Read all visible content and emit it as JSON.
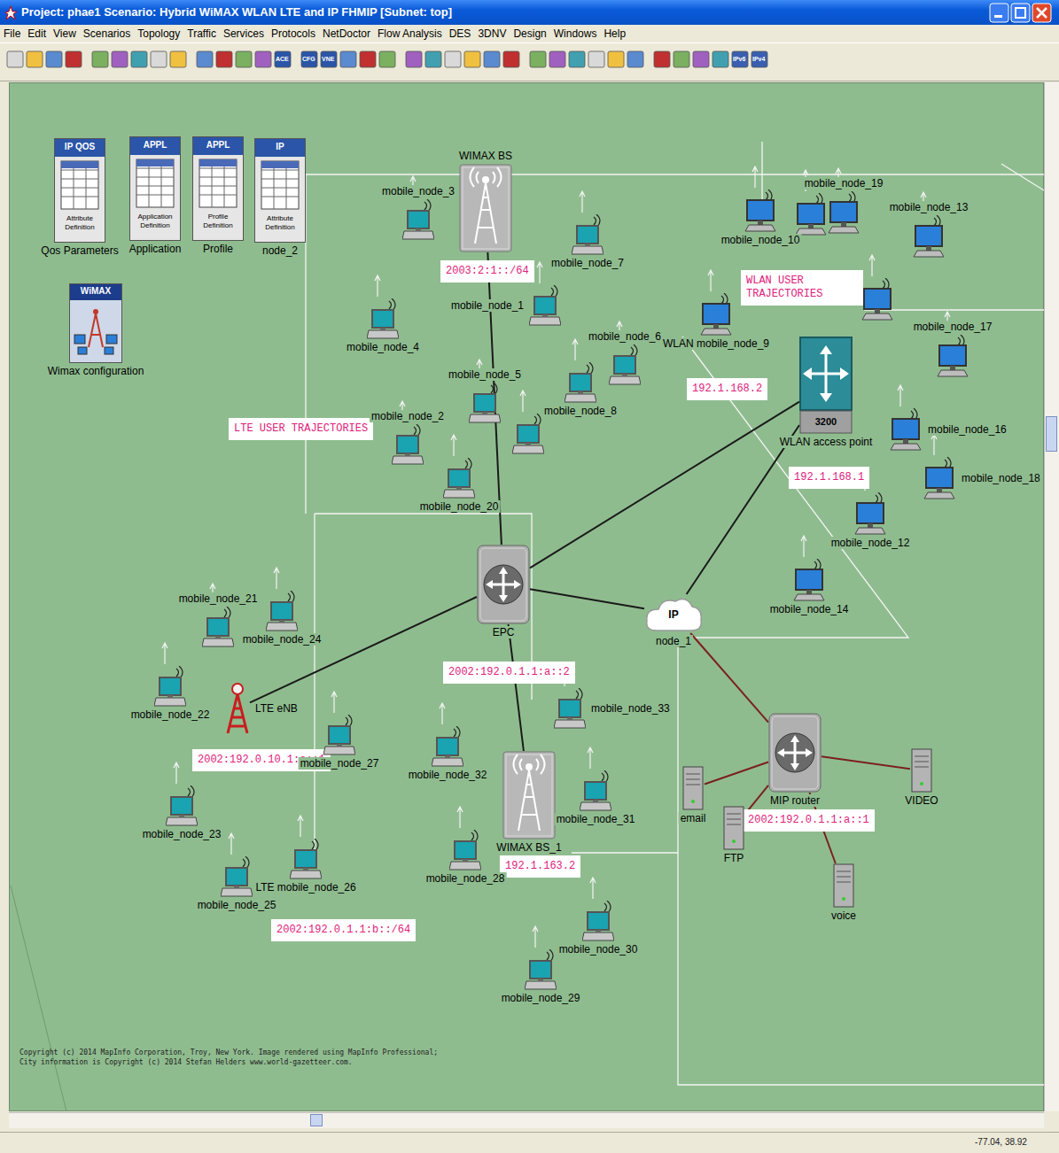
{
  "diagram": {
    "title": "Project: phae1 Scenario: Hybrid WiMAX WLAN LTE and IP FHMIP [Subnet: top]",
    "nodes": [
      {
        "text": [
          "IP QOS",
          "Attribute Definition",
          "Qos Parameters"
        ]
      },
      {
        "text": [
          "APPL",
          "Application Definition",
          "Application"
        ]
      },
      {
        "text": [
          "APPL",
          "Profile Definition",
          "Profile"
        ]
      },
      {
        "text": [
          "IP",
          "Attribute Definition",
          "node_2"
        ]
      },
      {
        "text": [
          "WiMAX",
          "Wimax configuration"
        ]
      },
      {
        "text": [
          "WIMAX BS"
        ]
      },
      {
        "text": [
          "mobile_node_3"
        ]
      },
      {
        "text": [
          "mobile_node_19"
        ]
      },
      {
        "text": [
          "mobile_node_13"
        ]
      },
      {
        "text": [
          "mobile_node_10"
        ]
      },
      {
        "text": [
          "mobile_node_7"
        ]
      },
      {
        "text": [
          "mobile_node_1"
        ]
      },
      {
        "text": [
          "mobile_node_6"
        ]
      },
      {
        "text": [
          "mobile_node_17"
        ]
      },
      {
        "text": [
          "mobile_node_4"
        ]
      },
      {
        "text": [
          "mobile_node_5"
        ]
      },
      {
        "text": [
          "WLAN mobile_node_9"
        ]
      },
      {
        "text": [
          "3200",
          "WLAN access point"
        ]
      },
      {
        "text": [
          "mobile_node_2"
        ]
      },
      {
        "text": [
          "mobile_node_8"
        ]
      },
      {
        "text": [
          "mobile_node_16"
        ]
      },
      {
        "text": [
          "mobile_node_20"
        ]
      },
      {
        "text": [
          "mobile_node_18"
        ]
      },
      {
        "text": [
          "mobile_node_12"
        ]
      },
      {
        "text": [
          "EPC"
        ]
      },
      {
        "text": [
          "IP",
          "node_1"
        ]
      },
      {
        "text": [
          "mobile_node_21"
        ]
      },
      {
        "text": [
          "mobile_node_24"
        ]
      },
      {
        "text": [
          "mobile_node_14"
        ]
      },
      {
        "text": [
          "mobile_node_22"
        ]
      },
      {
        "text": [
          "LTE eNB"
        ]
      },
      {
        "text": [
          "mobile_node_33"
        ]
      },
      {
        "text": [
          "mobile_node_27"
        ]
      },
      {
        "text": [
          "mobile_node_32"
        ]
      },
      {
        "text": [
          "WIMAX BS_1"
        ]
      },
      {
        "text": [
          "MIP router"
        ]
      },
      {
        "text": [
          "email"
        ]
      },
      {
        "text": [
          "VIDEO"
        ]
      },
      {
        "text": [
          "mobile_node_31"
        ]
      },
      {
        "text": [
          "mobile_node_23"
        ]
      },
      {
        "text": [
          "LTE mobile_node_26"
        ]
      },
      {
        "text": [
          "mobile_node_28"
        ]
      },
      {
        "text": [
          "FTP"
        ]
      },
      {
        "text": [
          "voice"
        ]
      },
      {
        "text": [
          "mobile_node_25"
        ]
      },
      {
        "text": [
          "mobile_node_30"
        ]
      },
      {
        "text": [
          "mobile_node_29"
        ]
      }
    ],
    "edges": [
      {
        "from": 24,
        "to": 5,
        "arrow": "none"
      },
      {
        "from": 24,
        "to": 34,
        "arrow": "none"
      },
      {
        "from": 24,
        "to": 30,
        "arrow": "none"
      },
      {
        "from": 24,
        "to": 17,
        "arrow": "none"
      },
      {
        "from": 24,
        "to": 25,
        "arrow": "none"
      },
      {
        "from": 17,
        "to": 25,
        "arrow": "none"
      },
      {
        "from": 25,
        "to": 35,
        "arrow": "none"
      },
      {
        "from": 35,
        "to": 36,
        "arrow": "none"
      },
      {
        "from": 35,
        "to": 42,
        "arrow": "none"
      },
      {
        "from": 35,
        "to": 43,
        "arrow": "none"
      },
      {
        "from": 35,
        "to": 37,
        "arrow": "none"
      }
    ],
    "labels": [
      "File",
      "Edit",
      "View",
      "Scenarios",
      "Topology",
      "Traffic",
      "Services",
      "Protocols",
      "NetDoctor",
      "Flow Analysis",
      "DES",
      "3DNV",
      "Design",
      "Windows",
      "Help",
      "ACE",
      "CFG",
      "VNE",
      "IPv6",
      "IPv4",
      "2003:2:1::/64",
      "WLAN USER TRAJECTORIES",
      "192.1.168.2",
      "LTE USER TRAJECTORIES",
      "192.1.168.1",
      "2002:192.0.1.1:a::2",
      "2002:192.0.10.1:a::1",
      "2002:192.0.1.1:a::1",
      "192.1.163.2",
      "2002:192.0.1.1:b::/64",
      "Copyright (c) 2014 MapInfo Corporation, Troy, New York. Image rendered using MapInfo Professional;",
      "City information is Copyright (c) 2014 Stefan Helders www.world-gazetteer.com.",
      "-77.04, 38.92"
    ]
  }
}
